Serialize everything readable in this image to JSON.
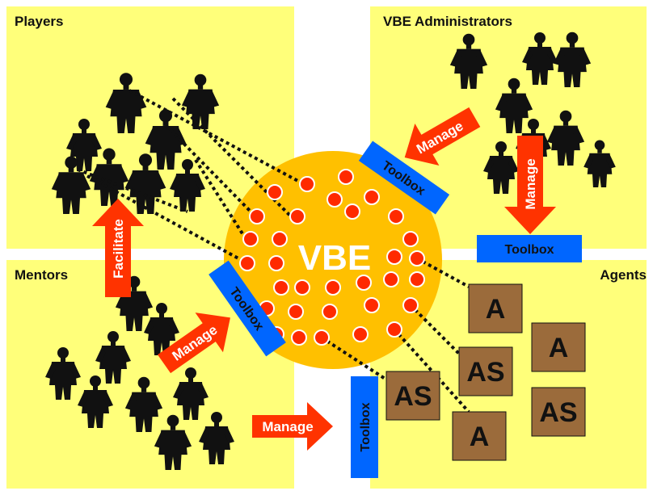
{
  "quadrants": {
    "players": "Players",
    "administrators": "VBE Administrators",
    "mentors": "Mentors",
    "agents": "Agents"
  },
  "center": {
    "label": "VBE"
  },
  "arrows": {
    "facilitate": "Facilitate",
    "manage_admin_diagonal": "Manage",
    "manage_admin_down": "Manage",
    "manage_mentors_diagonal": "Manage",
    "manage_bottom": "Manage"
  },
  "toolboxes": {
    "admin_diagonal": "Toolbox",
    "admin_horizontal": "Toolbox",
    "mentors_diagonal": "Toolbox",
    "bottom_vertical": "Toolbox"
  },
  "agents": [
    "A",
    "A",
    "AS",
    "AS",
    "AS",
    "A"
  ],
  "colors": {
    "quadrant": "#ffff7a",
    "center_circle": "#ffc000",
    "node": "#ff2a00",
    "arrow": "#ff3300",
    "toolbox": "#0066ff",
    "agent_box": "#9b6b3b",
    "silhouette": "#111111"
  }
}
